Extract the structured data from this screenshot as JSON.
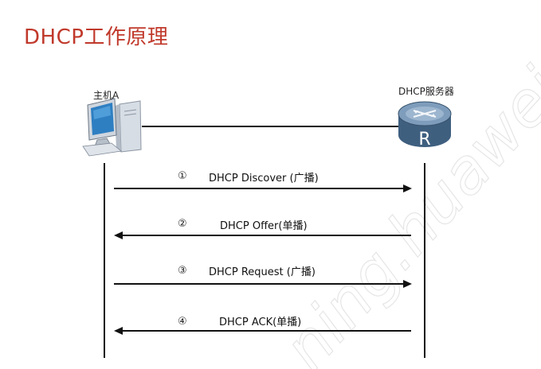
{
  "title": "DHCP工作原理",
  "client": {
    "label": "主机A",
    "icon": "desktop-computer-icon"
  },
  "server": {
    "label": "DHCP服务器",
    "icon": "router-icon",
    "icon_letter": "R"
  },
  "messages": [
    {
      "num": "①",
      "label": "DHCP Discover (广播)",
      "direction": "client-to-server"
    },
    {
      "num": "②",
      "label": "DHCP Offer(单播)",
      "direction": "server-to-client"
    },
    {
      "num": "③",
      "label": "DHCP Request (广播)",
      "direction": "client-to-server"
    },
    {
      "num": "④",
      "label": "DHCP ACK(单播)",
      "direction": "server-to-client"
    }
  ],
  "watermark": "ning.huawei",
  "colors": {
    "title": "#c0392b",
    "line": "#111111",
    "router": "#3f5f7f"
  }
}
